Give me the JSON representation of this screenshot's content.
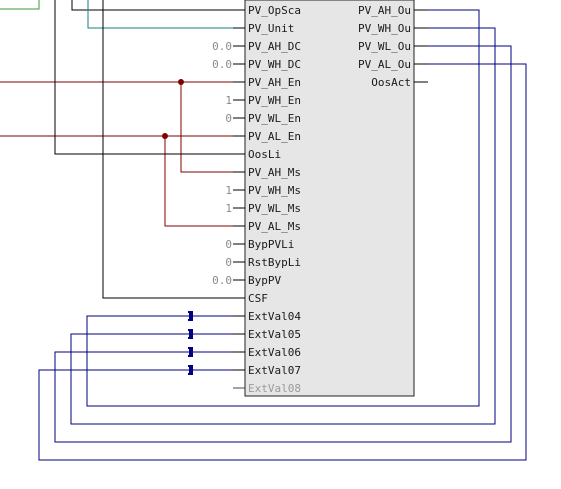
{
  "block": {
    "inputs": [
      {
        "name": "PV_OpSca",
        "value": "",
        "wire": "black"
      },
      {
        "name": "PV_Unit",
        "value": "",
        "wire": "teal"
      },
      {
        "name": "PV_AH_DC",
        "value": "0.0",
        "wire": "none"
      },
      {
        "name": "PV_WH_DC",
        "value": "0.0",
        "wire": "none"
      },
      {
        "name": "PV_AH_En",
        "value": "",
        "wire": "darkred"
      },
      {
        "name": "PV_WH_En",
        "value": "1",
        "wire": "none"
      },
      {
        "name": "PV_WL_En",
        "value": "0",
        "wire": "none"
      },
      {
        "name": "PV_AL_En",
        "value": "",
        "wire": "darkred"
      },
      {
        "name": "OosLi",
        "value": "",
        "wire": "black"
      },
      {
        "name": "PV_AH_Ms",
        "value": "",
        "wire": "darkred"
      },
      {
        "name": "PV_WH_Ms",
        "value": "1",
        "wire": "none"
      },
      {
        "name": "PV_WL_Ms",
        "value": "1",
        "wire": "none"
      },
      {
        "name": "PV_AL_Ms",
        "value": "",
        "wire": "darkred"
      },
      {
        "name": "BypPVLi",
        "value": "0",
        "wire": "none"
      },
      {
        "name": "RstBypLi",
        "value": "0",
        "wire": "none"
      },
      {
        "name": "BypPV",
        "value": "0.0",
        "wire": "none"
      },
      {
        "name": "CSF",
        "value": "",
        "wire": "black"
      },
      {
        "name": "ExtVal04",
        "value": "",
        "wire": "navy"
      },
      {
        "name": "ExtVal05",
        "value": "",
        "wire": "navy"
      },
      {
        "name": "ExtVal06",
        "value": "",
        "wire": "navy"
      },
      {
        "name": "ExtVal07",
        "value": "",
        "wire": "navy"
      },
      {
        "name": "ExtVal08",
        "value": "",
        "wire": "none",
        "disabled": true
      }
    ],
    "outputs": [
      {
        "name": "PV_AH_Ou",
        "wire": "navy"
      },
      {
        "name": "PV_WH_Ou",
        "wire": "navy"
      },
      {
        "name": "PV_WL_Ou",
        "wire": "navy"
      },
      {
        "name": "PV_AL_Ou",
        "wire": "navy"
      },
      {
        "name": "OosAct",
        "wire": "black"
      }
    ]
  },
  "colors": {
    "black_wire": "#000000",
    "teal_wire": "#1a8080",
    "darkred_wire": "#800000",
    "navy_wire": "#000080",
    "green_wire": "#3a9a3a",
    "block_fill": "#e6e6e6",
    "block_border": "#222222",
    "junction": "#800000"
  }
}
